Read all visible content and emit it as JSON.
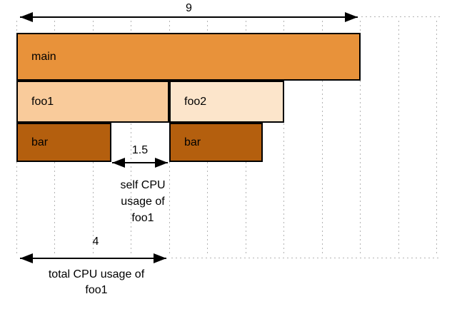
{
  "figure": {
    "background": "#ffffff",
    "grid_color": "#b3b3b3",
    "outline_color": "#000000",
    "top_measure": {
      "value": "9"
    },
    "bars": [
      {
        "label": "main",
        "units_wide": 9,
        "fill": "#e8923a"
      },
      {
        "label": "foo1",
        "units_wide": 4,
        "fill": "#f9cb9b"
      },
      {
        "label": "foo2",
        "units_wide": 3,
        "fill": "#fce5cb"
      },
      {
        "label": "bar",
        "units_wide": 2.5,
        "fill": "#b45f0e"
      },
      {
        "label": "bar",
        "units_wide": 2.5,
        "fill": "#b45f0e"
      }
    ],
    "self_measure": {
      "value": "1.5",
      "caption": "self CPU\nusage of\nfoo1"
    },
    "total_measure": {
      "value": "4",
      "caption": "total CPU usage of\nfoo1"
    }
  }
}
